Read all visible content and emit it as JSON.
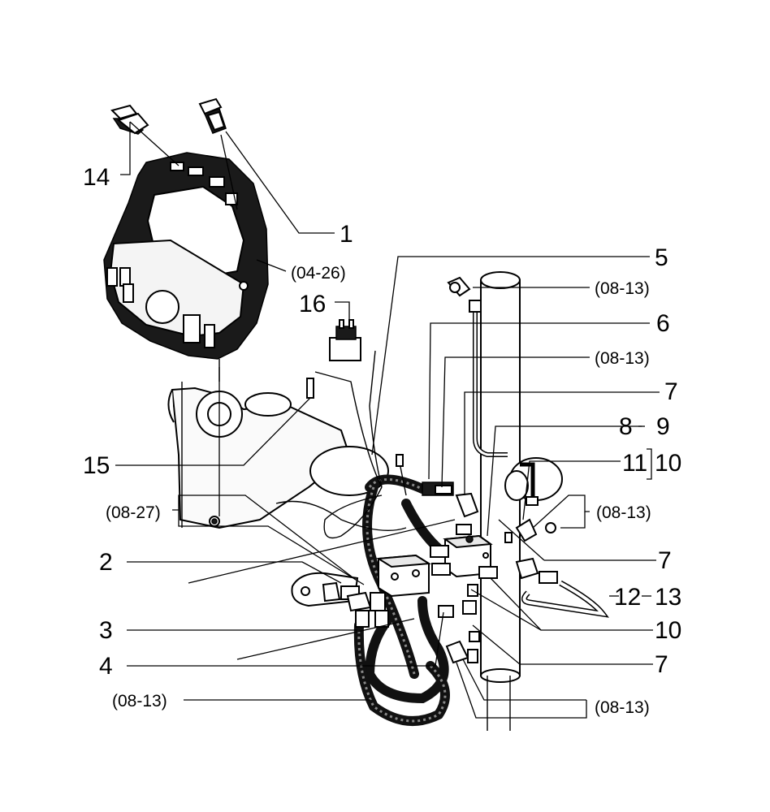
{
  "labels": {
    "l14": "14",
    "l1": "1",
    "l0426": "(04-26)",
    "l5": "5",
    "l0813a": "(08-13)",
    "l16": "16",
    "l6": "6",
    "l0813b": "(08-13)",
    "l7a": "7",
    "l8": "8",
    "l9": "9",
    "l15": "15",
    "l11": "11",
    "l10a": "10",
    "l0827": "(08-27)",
    "l0813c": "(08-13)",
    "l2": "2",
    "l7b": "7",
    "l12": "12",
    "l13": "13",
    "l3": "3",
    "l10b": "10",
    "l4": "4",
    "l7c": "7",
    "l0813d": "(08-13)",
    "l0813e": "(08-13)"
  }
}
